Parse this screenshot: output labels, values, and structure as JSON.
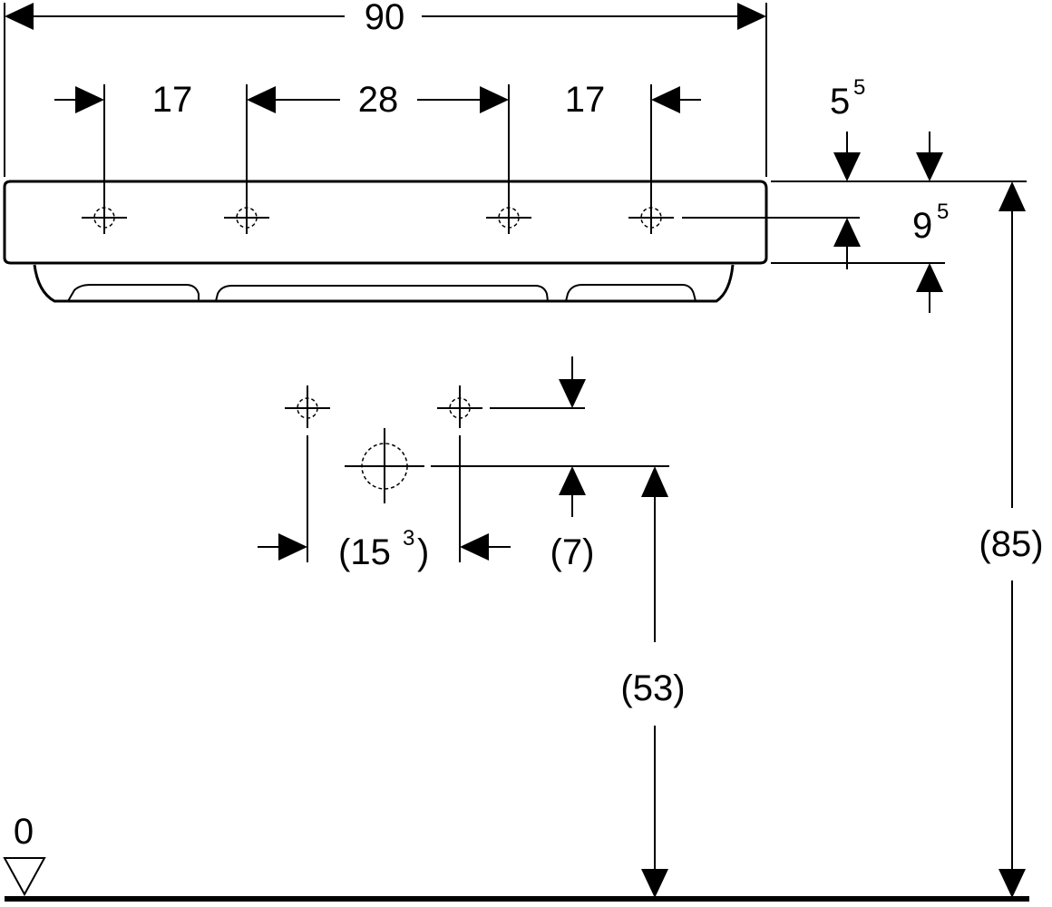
{
  "dimensions": {
    "total_width": "90",
    "hole_spacing_left": "17",
    "hole_spacing_middle": "28",
    "hole_spacing_right": "17",
    "hole_edge_offset": {
      "base": "5",
      "sup": "5"
    },
    "rim_thickness": {
      "base": "9",
      "sup": "5"
    },
    "overall_height": "(85)",
    "waste_height": "(53)",
    "waste_offset": "(7)",
    "fixing_spacing": {
      "base": "(15",
      "sup": "3",
      "tail": ")"
    },
    "floor_level": "0"
  }
}
